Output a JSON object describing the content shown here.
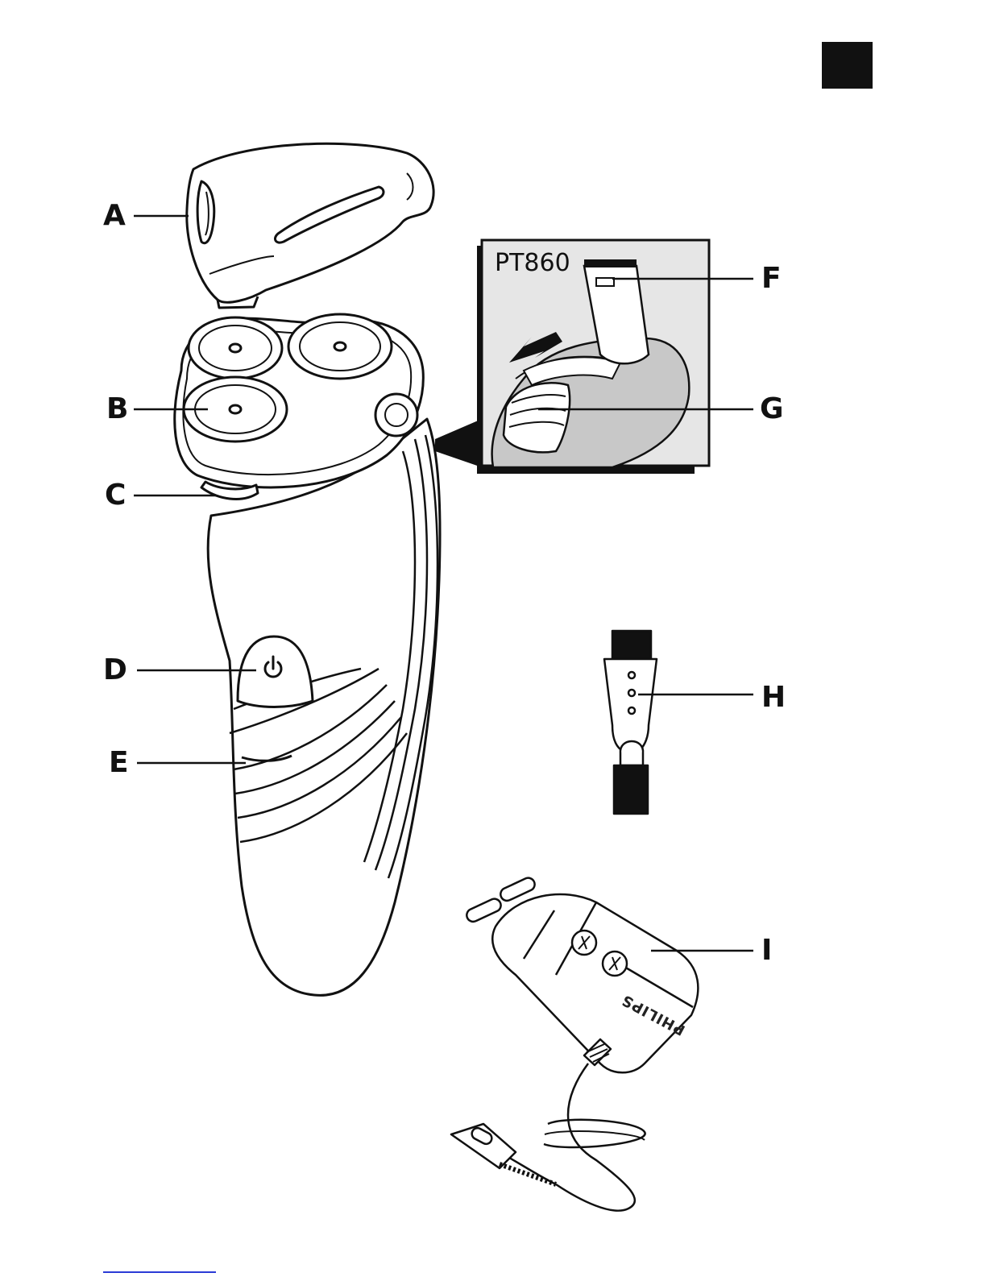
{
  "labels": {
    "A": "A",
    "B": "B",
    "C": "C",
    "D": "D",
    "E": "E",
    "F": "F",
    "G": "G",
    "H": "H",
    "I": "I"
  },
  "inset_model": "PT860",
  "adapter_brand": "PHILIPS",
  "colors": {
    "ink": "#111111",
    "inset_bg": "#e6e6e6",
    "shaver_fill": "#ffffff",
    "footer_line": "#2b3bd6"
  }
}
